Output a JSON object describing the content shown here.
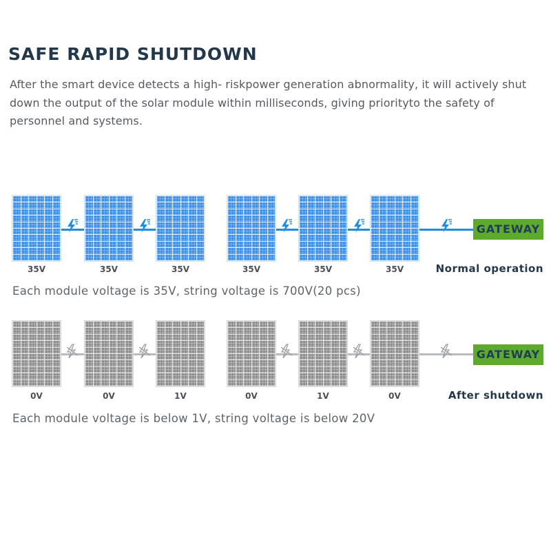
{
  "title": "SAFE RAPID SHUTDOWN",
  "description": "After the smart device detects a high- riskpower generation abnormality, it will actively shut down the output of the solar module within milliseconds, giving priorityto the safety of personnel and systems.",
  "colors": {
    "title": "#23384a",
    "panel_active": "#3d8fe8",
    "panel_off": "#8d8d8d",
    "wire_active": "#1e8fe0",
    "wire_off": "#b8bcc0",
    "gateway": "#5eaa2c"
  },
  "normal": {
    "status": "Normal operation",
    "gateway_label": "GATEWAY",
    "caption": "Each module voltage is 35V, string voltage is 700V(20 pcs)",
    "icon": "lightning-icon",
    "modules": [
      {
        "voltage": "35V"
      },
      {
        "voltage": "35V"
      },
      {
        "voltage": "35V"
      },
      {
        "voltage": "35V"
      },
      {
        "voltage": "35V"
      },
      {
        "voltage": "35V"
      }
    ]
  },
  "shutdown": {
    "status": "After shutdown",
    "gateway_label": "GATEWAY",
    "caption": "Each module voltage is below 1V, string voltage is below 20V",
    "icon": "broken-lightning-icon",
    "modules": [
      {
        "voltage": "0V"
      },
      {
        "voltage": "0V"
      },
      {
        "voltage": "1V"
      },
      {
        "voltage": "0V"
      },
      {
        "voltage": "1V"
      },
      {
        "voltage": "0V"
      }
    ]
  }
}
